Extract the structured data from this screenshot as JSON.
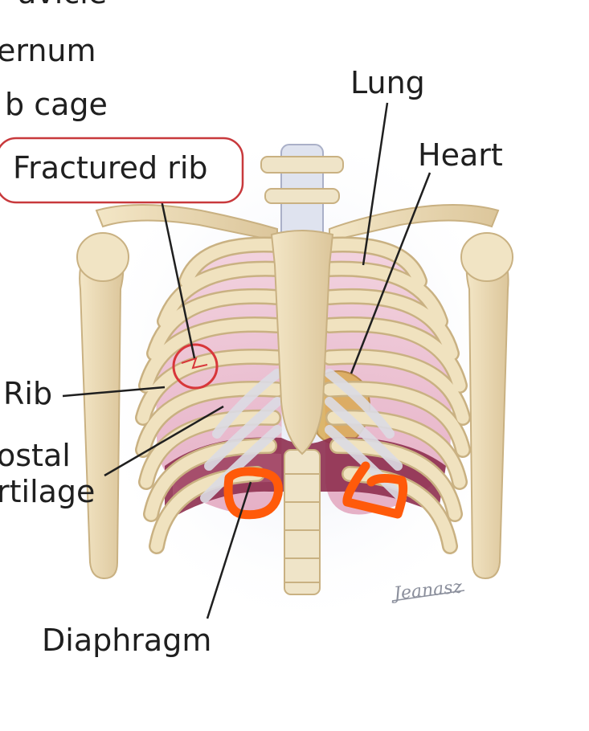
{
  "labels": {
    "clavicle": "avicle",
    "sternum": "ernum",
    "rib_cage": "b cage",
    "fractured_rib": "Fractured rib",
    "lung": "Lung",
    "heart": "Heart",
    "rib": "Rib",
    "costal_line1": "ostal",
    "costal_line2": "rtilage",
    "diaphragm": "Diaphragm"
  },
  "signature": "Jeanasz",
  "colors": {
    "bone": "#ead9b2",
    "bone_edge": "#c9b182",
    "lung": "#eab9cc",
    "diaphragm": "#8e2f4f",
    "cartilage": "#e4e4ea",
    "callout_red": "#d8363a",
    "marker_orange": "#ff5a0a",
    "text": "#1f1f1f"
  }
}
